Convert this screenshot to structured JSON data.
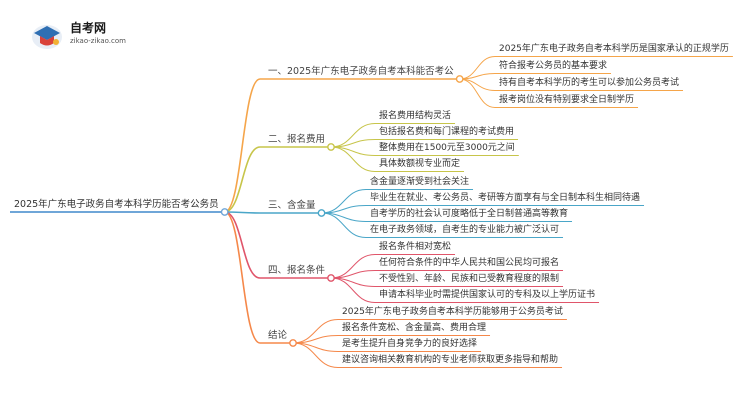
{
  "logo": {
    "title": "自考网",
    "subtitle": "zikao-zikao.com"
  },
  "root": "2025年广东电子政务自考本科学历能否考公务员",
  "colors": {
    "root": "#6fa6d8",
    "branches": [
      "#f5a54a",
      "#c7c54a",
      "#4aa6c8",
      "#e0556a",
      "#f5884a"
    ]
  },
  "branches": [
    {
      "label": "一、2025年广东电子政务自考本科能否考公",
      "leaves": [
        "2025年广东电子政务自考本科学历是国家承认的正规学历",
        "符合报考公务员的基本要求",
        "持有自考本科学历的考生可以参加公务员考试",
        "报考岗位没有特别要求全日制学历"
      ]
    },
    {
      "label": "二、报名费用",
      "leaves": [
        "报名费用结构灵活",
        "包括报名费和每门课程的考试费用",
        "整体费用在1500元至3000元之间",
        "具体数额视专业而定"
      ]
    },
    {
      "label": "三、含金量",
      "leaves": [
        "含金量逐渐受到社会关注",
        "毕业生在就业、考公务员、考研等方面享有与全日制本科生相同待遇",
        "自考学历的社会认可度略低于全日制普通高等教育",
        "在电子政务领域，自考生的专业能力被广泛认可"
      ]
    },
    {
      "label": "四、报名条件",
      "leaves": [
        "报名条件相对宽松",
        "任何符合条件的中华人民共和国公民均可报名",
        "不受性别、年龄、民族和已受教育程度的限制",
        "申请本科毕业时需提供国家认可的专科及以上学历证书"
      ]
    },
    {
      "label": "结论",
      "leaves": [
        "2025年广东电子政务自考本科学历能够用于公务员考试",
        "报名条件宽松、含金量高、费用合理",
        "是考生提升自身竞争力的良好选择",
        "建议咨询相关教育机构的专业老师获取更多指导和帮助"
      ]
    }
  ]
}
